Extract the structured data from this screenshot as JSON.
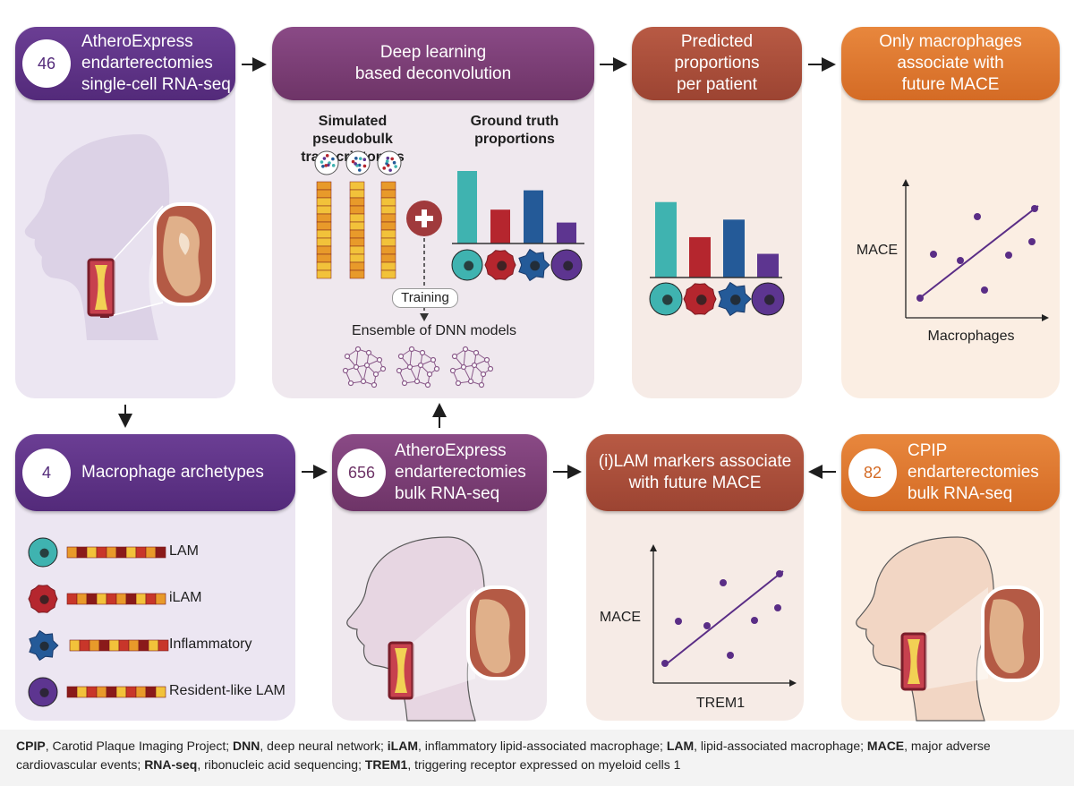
{
  "panels": {
    "scrna": {
      "badge": "46",
      "title": "AtheroExpress\nendarterectomies\nsingle-cell RNA-seq"
    },
    "deconv": {
      "title": "Deep learning\nbased deconvolution",
      "pseudobulk_label": "Simulated pseudobulk\ntranscriptomes",
      "ground_truth_label": "Ground truth\nproportions",
      "training_label": "Training",
      "ensemble_label": "Ensemble of DNN models"
    },
    "predicted": {
      "title": "Predicted\nproportions\nper patient"
    },
    "macrophages_only": {
      "title": "Only macrophages\nassociate with\nfuture MACE",
      "ylabel": "MACE",
      "xlabel": "Macrophages"
    },
    "archetypes": {
      "badge": "4",
      "title": "Macrophage archetypes",
      "items": [
        {
          "label": "LAM",
          "color": "#3fb3b0"
        },
        {
          "label": "iLAM",
          "color": "#c0303a"
        },
        {
          "label": "Inflammatory",
          "color": "#2a5b9a"
        },
        {
          "label": "Resident-like LAM",
          "color": "#6a3a9a"
        }
      ]
    },
    "bulk": {
      "badge": "656",
      "title": "AtheroExpress\nendarterectomies\nbulk RNA-seq"
    },
    "markers": {
      "title": "(i)LAM markers associate\nwith future MACE",
      "ylabel": "MACE",
      "xlabel": "TREM1"
    },
    "cpip": {
      "badge": "82",
      "title": "CPIP\nendarterectomies\nbulk RNA-seq"
    }
  },
  "colors": {
    "lam": "#3fb3b0",
    "ilam": "#b5262e",
    "inflammatory": "#245a98",
    "resident": "#5d3590",
    "scatter": "#5a2d86"
  },
  "caption": [
    {
      "b": "CPIP",
      "t": ", Carotid Plaque Imaging Project; "
    },
    {
      "b": "DNN",
      "t": ", deep neural network; "
    },
    {
      "b": "iLAM",
      "t": ", inflammatory lipid-associated macrophage; "
    },
    {
      "b": "LAM",
      "t": ", lipid-associated macrophage; "
    },
    {
      "b": "MACE",
      "t": ", major adverse cardiovascular events; "
    },
    {
      "b": "RNA-seq",
      "t": ", ribonucleic acid sequencing; "
    },
    {
      "b": "TREM1",
      "t": ", triggering receptor expressed on myeloid cells 1"
    }
  ]
}
